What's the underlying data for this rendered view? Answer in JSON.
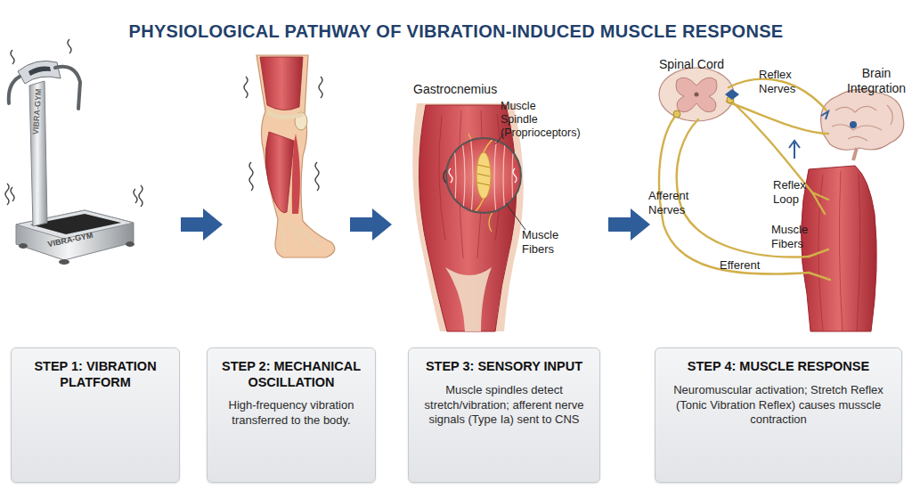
{
  "diagram": {
    "title": "PHYSIOLOGICAL PATHWAY OF VIBRATION-INDUCED MUSCLE RESPONSE",
    "nodes": [
      {
        "text": [
          "STEP 1: VIBRATION PLATFORM"
        ]
      },
      {
        "text": [
          "STEP 2: MECHANICAL OSCILLATION",
          "High-frequency vibration transferred to the body."
        ]
      },
      {
        "text": [
          "STEP 3: SENSORY INPUT",
          "Muscle spindles detect stretch/vibration; afferent nerve signals (Type Ia) sent to CNS"
        ]
      },
      {
        "text": [
          "STEP 4: MUSCLE RESPONSE",
          "Neuromuscular activation; Stretch Reflex (Tonic Vibration Reflex) causes musscle contraction"
        ]
      }
    ],
    "labels": [
      "VIBRA-GYM",
      "VIBRA-GYM",
      "Gastrocnemius",
      "Muscle Spindle (Proprioceptors)",
      "Muscle Fibers",
      "Spinal Cord",
      "Reflex Nerves",
      "Brain Integration",
      "Afferent Nerves",
      "Reflex Loop",
      "Muscle Fibers",
      "Efferent"
    ]
  }
}
